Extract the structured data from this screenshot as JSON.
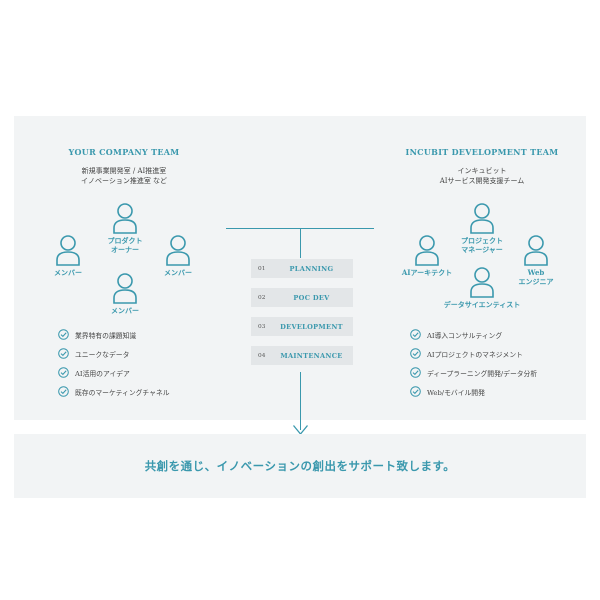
{
  "left_team": {
    "title": "YOUR COMPANY TEAM",
    "subtitle_lines": [
      "新規事業開発室 / AI推進室",
      "イノベーション推進室 など"
    ],
    "members": [
      {
        "label_lines": [
          "プロダクト",
          "オーナー"
        ]
      },
      {
        "label_lines": [
          "メンバー"
        ]
      },
      {
        "label_lines": [
          "メンバー"
        ]
      },
      {
        "label_lines": [
          "メンバー"
        ]
      }
    ],
    "checks": [
      "業界特有の課題知識",
      "ユニークなデータ",
      "AI活用のアイデア",
      "既存のマーケティングチャネル"
    ]
  },
  "right_team": {
    "title": "INCUBIT DEVELOPMENT TEAM",
    "subtitle_lines": [
      "インキュビット",
      "AIサービス開発支援チーム"
    ],
    "members": [
      {
        "label_lines": [
          "プロジェクト",
          "マネージャー"
        ]
      },
      {
        "label_lines": [
          "AIアーキテクト"
        ]
      },
      {
        "label_lines": [
          "Web",
          "エンジニア"
        ]
      },
      {
        "label_lines": [
          "データサイエンティスト"
        ]
      }
    ],
    "checks": [
      "AI導入コンサルティング",
      "AIプロジェクトのマネジメント",
      "ディープラーニング開発/データ分析",
      "Web/モバイル開発"
    ]
  },
  "phases": [
    {
      "num": "01",
      "label": "PLANNING"
    },
    {
      "num": "02",
      "label": "POC DEV"
    },
    {
      "num": "03",
      "label": "DEVELOPMENT"
    },
    {
      "num": "04",
      "label": "MAINTENANCE"
    }
  ],
  "slogan": "共創を通じ、イノベーションの創出をサポート致します。",
  "colors": {
    "accent": "#3a98ad",
    "panel": "#f2f4f5",
    "phase_bg": "#e3e6e8"
  },
  "icons": {
    "person": "person-icon",
    "check": "check-circle-icon"
  }
}
